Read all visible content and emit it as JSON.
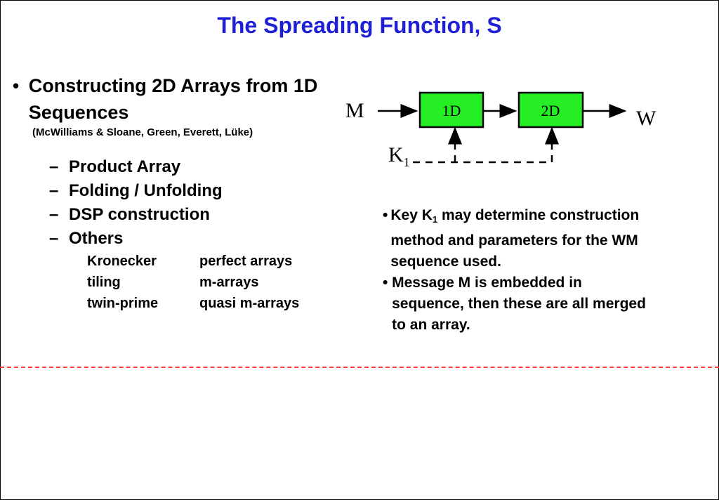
{
  "title": "The Spreading Function, S",
  "left": {
    "bullet": "Constructing 2D Arrays from 1D Sequences",
    "citation": "(McWilliams & Sloane, Green, Everett, Lüke)",
    "items": [
      "Product Array",
      "Folding / Unfolding",
      "DSP construction",
      "Others"
    ],
    "others": [
      {
        "name": "Kronecker",
        "value": "perfect arrays"
      },
      {
        "name": "tiling",
        "value": "m-arrays"
      },
      {
        "name": "twin-prime",
        "value": "quasi m-arrays"
      }
    ]
  },
  "diagram": {
    "input": "M",
    "box1": "1D",
    "box2": "2D",
    "output": "W",
    "key": "K",
    "key_sub": "1",
    "box_color": "#25ee25"
  },
  "right": {
    "b1_pre": "Key K",
    "b1_sub": "1",
    "b1_post": " may determine construction method and parameters for the WM sequence used.",
    "b2": "Message M is embedded in sequence, then these are all merged to an array."
  },
  "colors": {
    "title": "#1f1fd6",
    "divider": "#ff3a3a"
  }
}
